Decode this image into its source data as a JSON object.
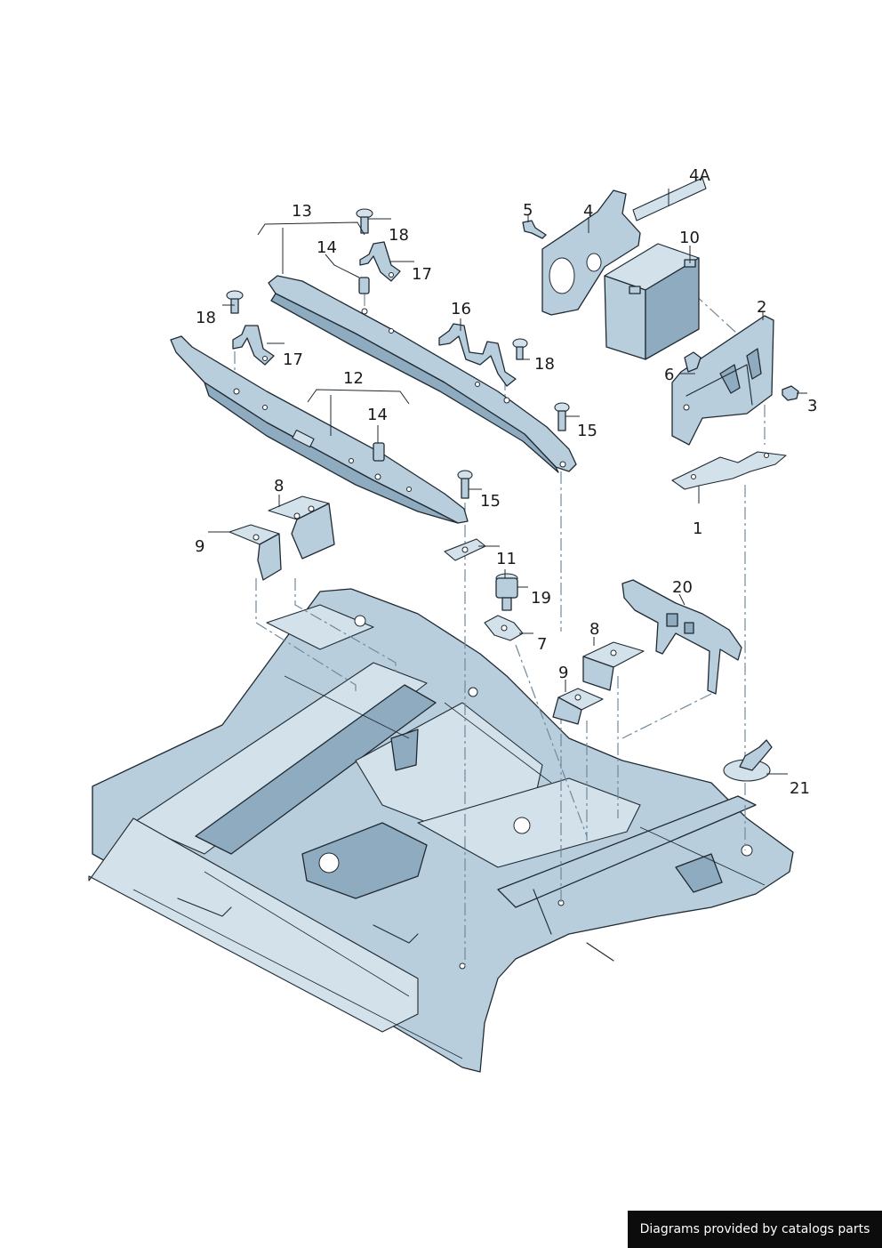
{
  "callouts": {
    "c1": "1",
    "c2": "2",
    "c3": "3",
    "c4": "4",
    "c4a": "4A",
    "c5": "5",
    "c6": "6",
    "c7": "7",
    "c8a": "8",
    "c8b": "8",
    "c9a": "9",
    "c9b": "9",
    "c10": "10",
    "c11": "11",
    "c12": "12",
    "c13": "13",
    "c14a": "14",
    "c14b": "14",
    "c15a": "15",
    "c15b": "15",
    "c16": "16",
    "c17a": "17",
    "c17b": "17",
    "c18a": "18",
    "c18b": "18",
    "c18c": "18",
    "c19": "19",
    "c20": "20",
    "c21": "21"
  },
  "colors": {
    "part_fill": "#b9cedd",
    "outline": "#1f2a33",
    "banner_bg": "#0c0c0c"
  },
  "footer": {
    "credit": "Diagrams provided by catalogs parts"
  }
}
